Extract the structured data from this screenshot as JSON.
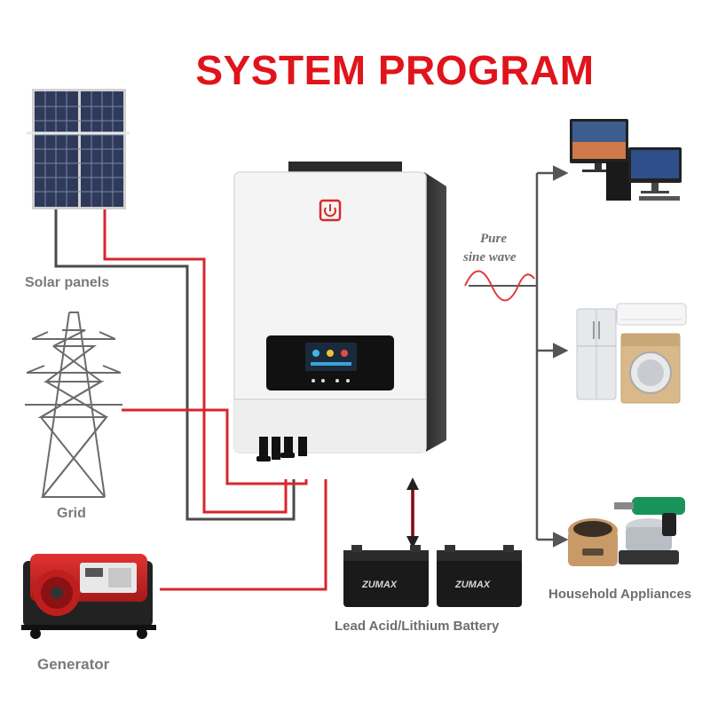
{
  "title": "SYSTEM PROGRAM",
  "labels": {
    "solar": "Solar panels",
    "grid": "Grid",
    "generator": "Generator",
    "battery": "Lead Acid/Lithium Battery",
    "appliances": "Household Appliances",
    "pure_line1": "Pure",
    "pure_line2": "sine wave",
    "battery_brand": "ZUMAX"
  },
  "colors": {
    "title": "#e0141b",
    "wire_red": "#d8262c",
    "wire_dark": "#4a4a4a",
    "arrow": "#555555",
    "inverter_body": "#f4f4f4",
    "logo": "#d62a2a"
  },
  "icons": [
    "solar-panel-icon",
    "power-tower-icon",
    "generator-icon",
    "inverter-icon",
    "battery-icon",
    "computer-icon",
    "refrigerator-icon",
    "air-conditioner-icon",
    "washing-machine-icon",
    "rice-cooker-icon",
    "drill-icon",
    "sine-wave-icon"
  ]
}
